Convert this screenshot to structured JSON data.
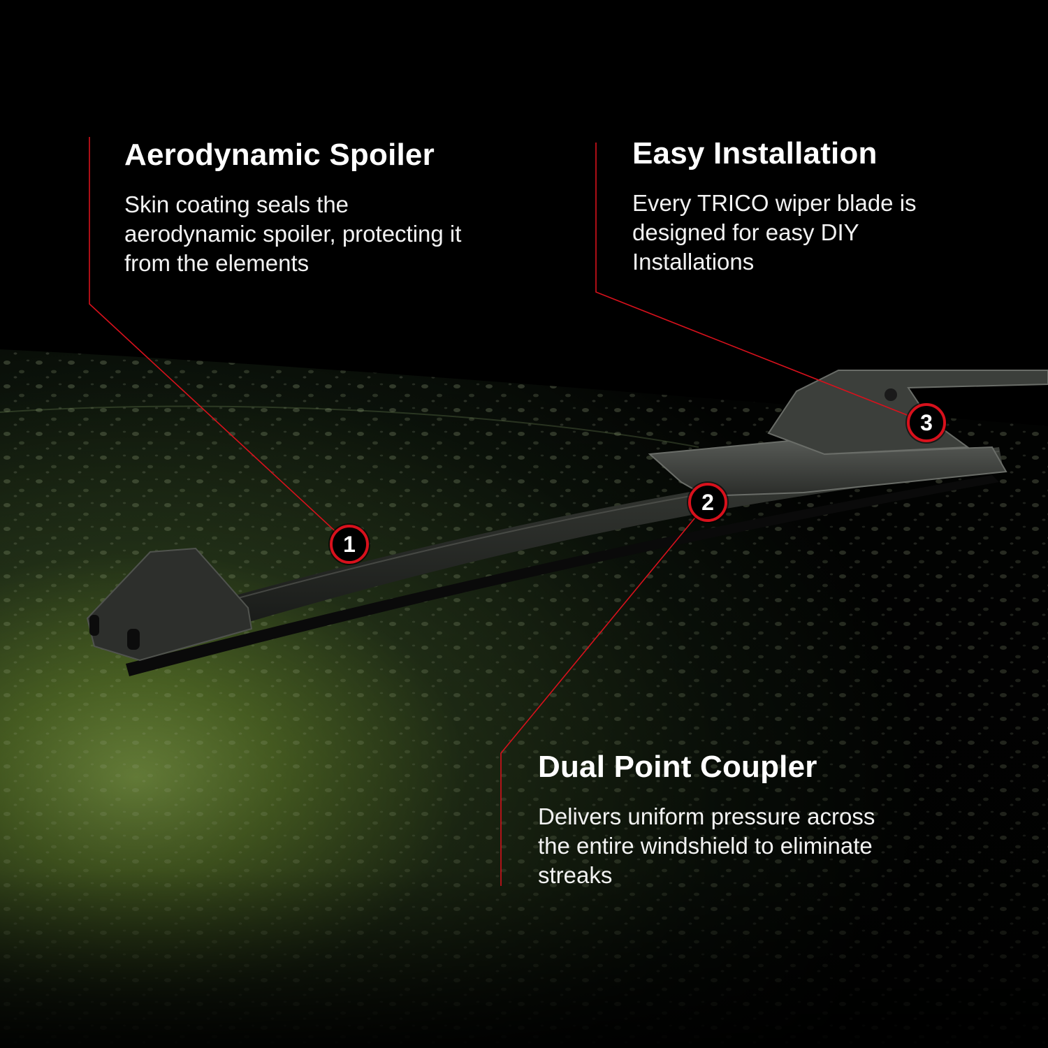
{
  "colors": {
    "background": "#000000",
    "accent_line": "#d8111c",
    "glass_glow": "#7fa046",
    "text": "#ffffff"
  },
  "features": [
    {
      "marker": "1",
      "title": "Aerodynamic Spoiler",
      "description": "Skin coating seals the\naerodynamic spoiler, protecting it\nfrom the elements"
    },
    {
      "marker": "2",
      "title": "Dual Point Coupler",
      "description": "Delivers uniform pressure across\nthe entire windshield to eliminate\nstreaks"
    },
    {
      "marker": "3",
      "title": "Easy Installation",
      "description": "Every TRICO wiper blade is\ndesigned for easy DIY\nInstallations"
    }
  ]
}
